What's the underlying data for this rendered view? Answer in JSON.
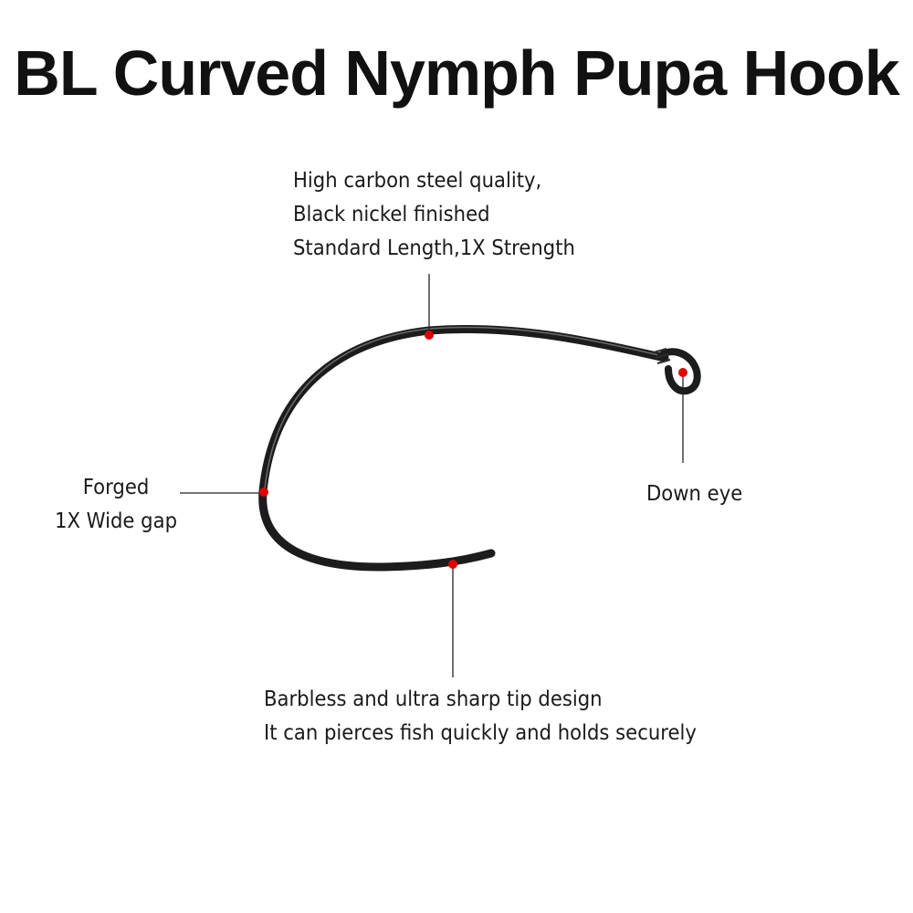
{
  "title": "BL Curved Nymph Pupa Hook",
  "callouts": {
    "steel": {
      "lines": [
        "High carbon steel quality,",
        "Black nickel finished",
        "Standard Length,1X Strength"
      ]
    },
    "gap": {
      "lines": [
        "Forged",
        "1X Wide gap"
      ]
    },
    "eye": {
      "lines": [
        "Down eye"
      ]
    },
    "tip": {
      "lines": [
        "Barbless and ultra sharp tip design",
        "It can pierces fish quickly and holds securely"
      ]
    }
  },
  "colors": {
    "hook": "#1c1c1c",
    "hook_highlight": "#6a6a6a",
    "marker": "#e00000",
    "leader": "#222222"
  },
  "icons": {
    "hook": "curved-nymph-hook-illustration",
    "marker": "red-dot-marker"
  }
}
